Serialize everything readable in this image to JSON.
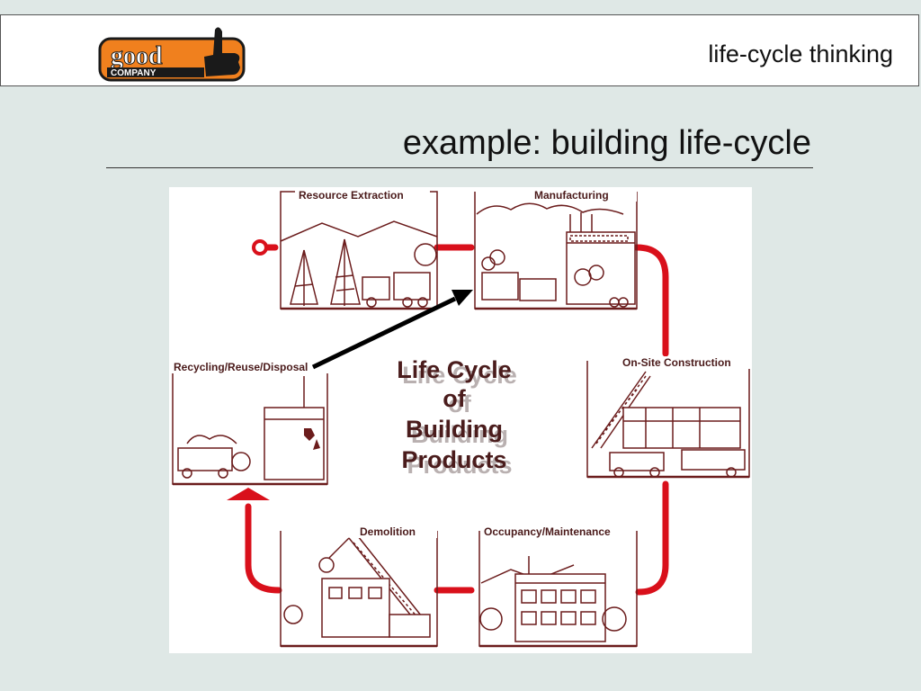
{
  "header": {
    "logo_word_top": "good",
    "logo_word_bottom": "COMPANY",
    "title": "life-cycle thinking"
  },
  "slide": {
    "title": "example:  building life-cycle"
  },
  "diagram": {
    "center": [
      "Life Cycle",
      "of",
      "Building",
      "Products"
    ],
    "stages": {
      "resource_extraction": "Resource Extraction",
      "manufacturing": "Manufacturing",
      "on_site_construction": "On-Site Construction",
      "occupancy_maintenance": "Occupancy/Maintenance",
      "demolition": "Demolition",
      "recycling": "Recycling/Reuse/Disposal"
    },
    "colors": {
      "flow": "#d9101b",
      "drawing": "#6b1c1c",
      "arrow": "#000000"
    }
  }
}
